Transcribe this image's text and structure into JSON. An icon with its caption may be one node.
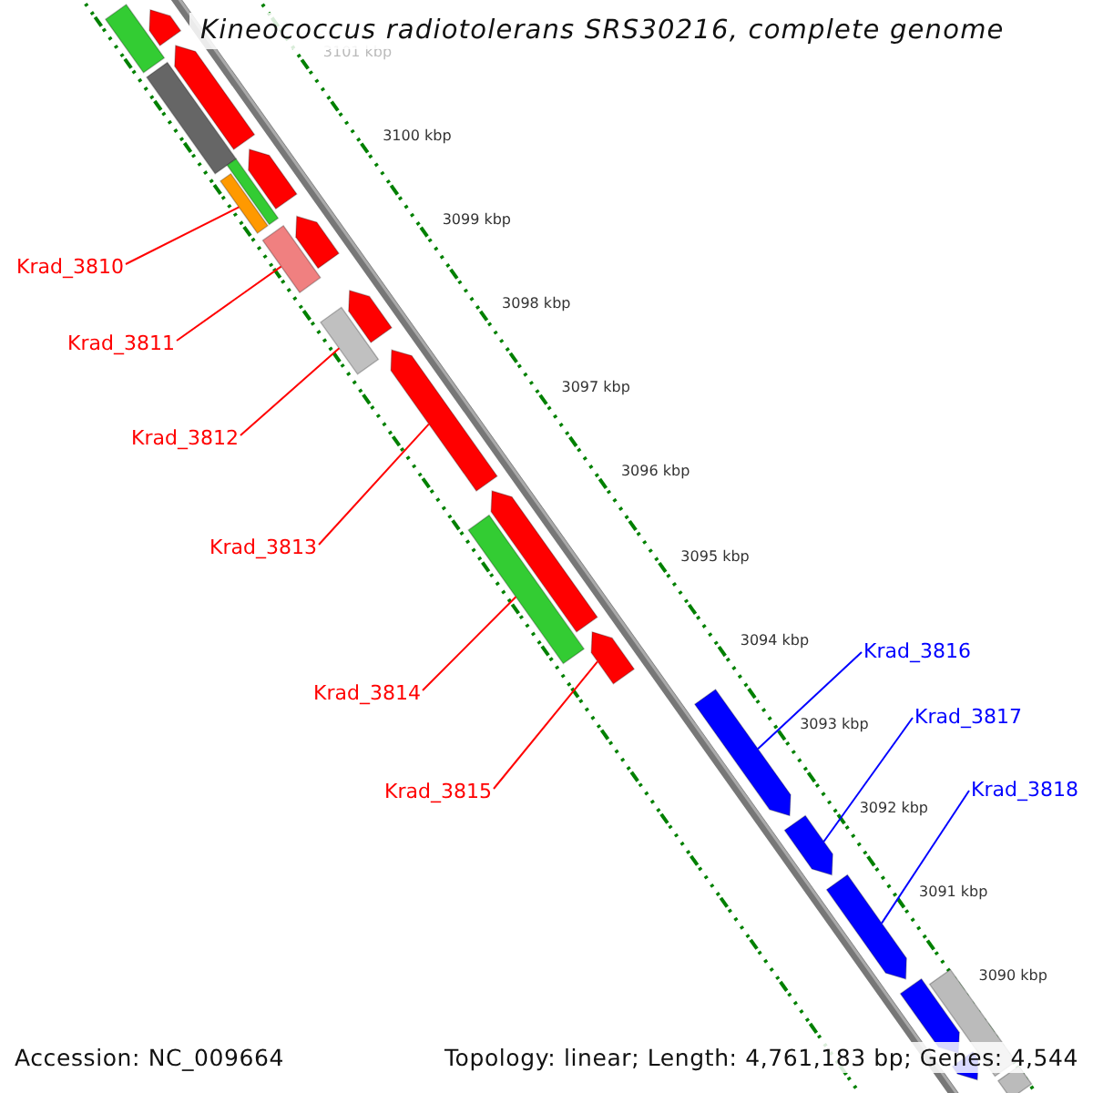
{
  "diagram": {
    "title": "Kineococcus radiotolerans SRS30216, complete genome",
    "nodes": [
      {
        "text": [
          "Krad_3810"
        ]
      },
      {
        "text": [
          "Krad_3811"
        ]
      },
      {
        "text": [
          "Krad_3812"
        ]
      },
      {
        "text": [
          "Krad_3813"
        ]
      },
      {
        "text": [
          "Krad_3814"
        ]
      },
      {
        "text": [
          "Krad_3815"
        ]
      },
      {
        "text": [
          "Krad_3816"
        ]
      },
      {
        "text": [
          "Krad_3817"
        ]
      },
      {
        "text": [
          "Krad_3818"
        ]
      },
      {
        "text": [],
        "shape": "arrow"
      },
      {
        "text": [],
        "shape": "box"
      },
      {
        "text": [],
        "shape": "arrow"
      },
      {
        "text": [],
        "shape": "box"
      },
      {
        "text": [],
        "shape": "arrow"
      },
      {
        "text": [],
        "shape": "box"
      },
      {
        "text": [],
        "shape": "box"
      },
      {
        "text": [],
        "shape": "arrow"
      },
      {
        "text": [],
        "shape": "box"
      },
      {
        "text": [],
        "shape": "arrow"
      },
      {
        "text": [],
        "shape": "box"
      },
      {
        "text": [],
        "shape": "arrow"
      },
      {
        "text": [],
        "shape": "arrow"
      },
      {
        "text": [],
        "shape": "box"
      },
      {
        "text": [],
        "shape": "arrow"
      },
      {
        "text": [],
        "shape": "arrow"
      },
      {
        "text": [],
        "shape": "arrow"
      },
      {
        "text": [],
        "shape": "arrow"
      },
      {
        "text": [],
        "shape": "arrow"
      },
      {
        "text": [],
        "shape": "box"
      },
      {
        "text": [],
        "shape": "arrow"
      },
      {
        "text": [],
        "shape": "box"
      }
    ],
    "edges": [
      {
        "from": 0,
        "to": 15,
        "arrow": "none"
      },
      {
        "from": 1,
        "to": 17,
        "arrow": "none"
      },
      {
        "from": 2,
        "to": 19,
        "arrow": "none"
      },
      {
        "from": 3,
        "to": 20,
        "arrow": "none"
      },
      {
        "from": 4,
        "to": 22,
        "arrow": "none"
      },
      {
        "from": 5,
        "to": 23,
        "arrow": "none"
      },
      {
        "from": 6,
        "to": 24,
        "arrow": "none",
        "color": "#0000ff"
      },
      {
        "from": 7,
        "to": 25,
        "arrow": "none",
        "color": "#0000ff"
      },
      {
        "from": 8,
        "to": 26,
        "arrow": "none",
        "color": "#0000ff"
      }
    ],
    "labels": [
      "3101 kbp",
      "3100 kbp",
      "3099 kbp",
      "3098 kbp",
      "3097 kbp",
      "3096 kbp",
      "3095 kbp",
      "3094 kbp",
      "3093 kbp",
      "3092 kbp",
      "3091 kbp",
      "3090 kbp",
      "Accession: NC_009664",
      "Topology: linear; Length: 4,761,183 bp; Genes: 4,544"
    ]
  }
}
